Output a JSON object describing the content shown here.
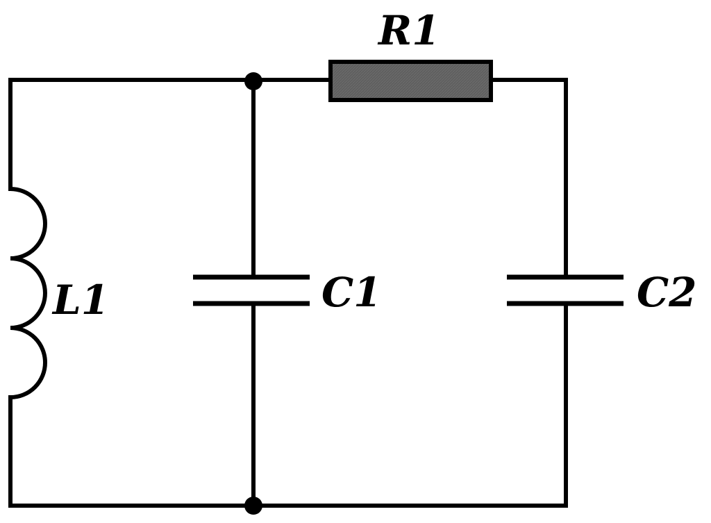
{
  "components": {
    "resistor": {
      "label": "R1",
      "fill_color": "#5f5f5f"
    },
    "inductor": {
      "label": "L1"
    },
    "capacitor_1": {
      "label": "C1"
    },
    "capacitor_2": {
      "label": "C2"
    }
  },
  "colors": {
    "line": "#000000",
    "background": "#ffffff"
  }
}
